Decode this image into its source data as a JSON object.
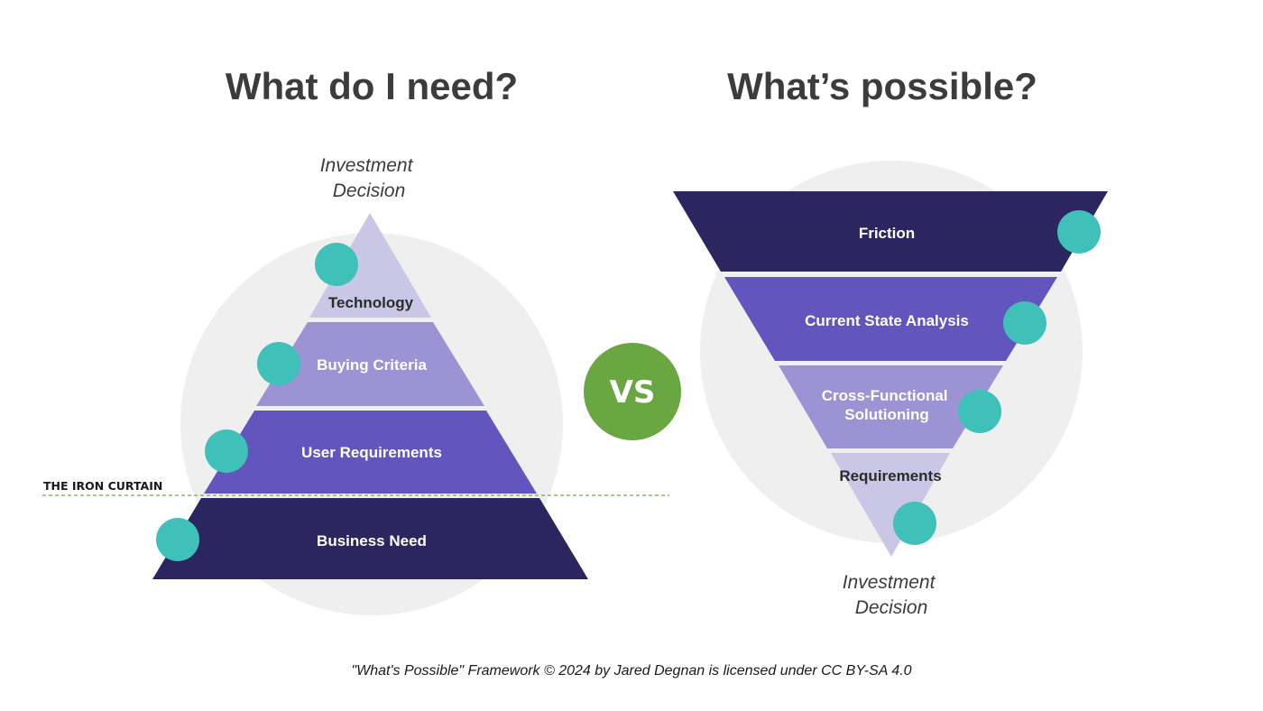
{
  "left": {
    "heading": "What do I need?",
    "top_caption": [
      "Investment",
      "Decision"
    ],
    "layers": [
      {
        "label": "Technology",
        "fill": "#c9c6e6",
        "text_color": "#2b2b2b"
      },
      {
        "label": "Buying Criteria",
        "fill": "#9b93d3",
        "text_color": "#ffffff"
      },
      {
        "label": "User Requirements",
        "fill": "#6256be",
        "text_color": "#ffffff"
      },
      {
        "label": "Business Need",
        "fill": "#2b2560",
        "text_color": "#ffffff"
      }
    ],
    "divider_label": "THE IRON CURTAIN"
  },
  "center": {
    "vs_label": "VS",
    "vs_color": "#6aa743"
  },
  "right": {
    "heading": "What’s possible?",
    "layers": [
      {
        "label": [
          "Friction"
        ],
        "fill": "#2b2560",
        "text_color": "#ffffff"
      },
      {
        "label": [
          "Current State Analysis"
        ],
        "fill": "#6256be",
        "text_color": "#ffffff"
      },
      {
        "label": [
          "Cross-Functional",
          "Solutioning"
        ],
        "fill": "#9b93d3",
        "text_color": "#ffffff"
      },
      {
        "label": [
          "Requirements"
        ],
        "fill": "#c9c6e6",
        "text_color": "#2b2b2b"
      }
    ],
    "bottom_caption": [
      "Investment",
      "Decision"
    ]
  },
  "colors": {
    "marker": "#3fc0b8",
    "background_circle": "#efefef",
    "divider": "#6aa743",
    "heading": "#3c3c3c"
  },
  "footer": "\"What's Possible\" Framework © 2024 by Jared Degnan is licensed under CC BY-SA 4.0"
}
